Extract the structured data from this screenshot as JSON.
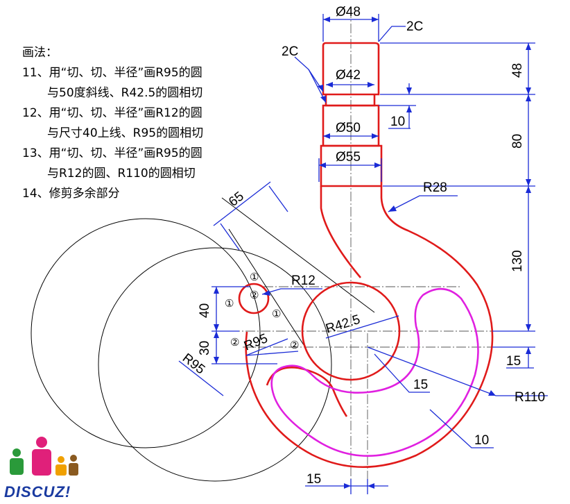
{
  "notes": {
    "title": "画法：",
    "steps": [
      {
        "line1": "11、用“切、切、半径”画R95的圆",
        "line2": "与50度斜线、R42.5的圆相切"
      },
      {
        "line1": "12、用“切、切、半径”画R12的圆",
        "line2": "与尺寸40上线、R95的圆相切"
      },
      {
        "line1": "13、用“切、切、半径”画R95的圆",
        "line2": "与R12的圆、R110的圆相切"
      },
      {
        "line1": "14、修剪多余部分",
        "line2": ""
      }
    ]
  },
  "dimensions": {
    "d48": "Ø48",
    "d42": "Ø42",
    "d50": "Ø50",
    "d55": "Ø55",
    "chamfer_top": "2C",
    "chamfer_left": "2C",
    "len48": "48",
    "len80": "80",
    "len130": "130",
    "len10": "10",
    "r28": "R28",
    "r12": "R12",
    "r42_5": "R42.5",
    "r95_a": "R95",
    "r95_b": "R95",
    "r110": "R110",
    "d65": "65",
    "v40": "40",
    "v30": "30",
    "h15_bottom": "15",
    "v15_right": "15",
    "w15_mid": "15",
    "w10_low": "10"
  },
  "markers": {
    "c1a": "①",
    "c1b": "①",
    "c1c": "①",
    "c2a": "②",
    "c2b": "②",
    "c2c": "②"
  },
  "logo": {
    "text": "DISCUZ!"
  },
  "colors": {
    "outline": "#e01a1a",
    "inner": "#e020e0",
    "dimension": "#1a2bd6",
    "construction": "#000000"
  }
}
